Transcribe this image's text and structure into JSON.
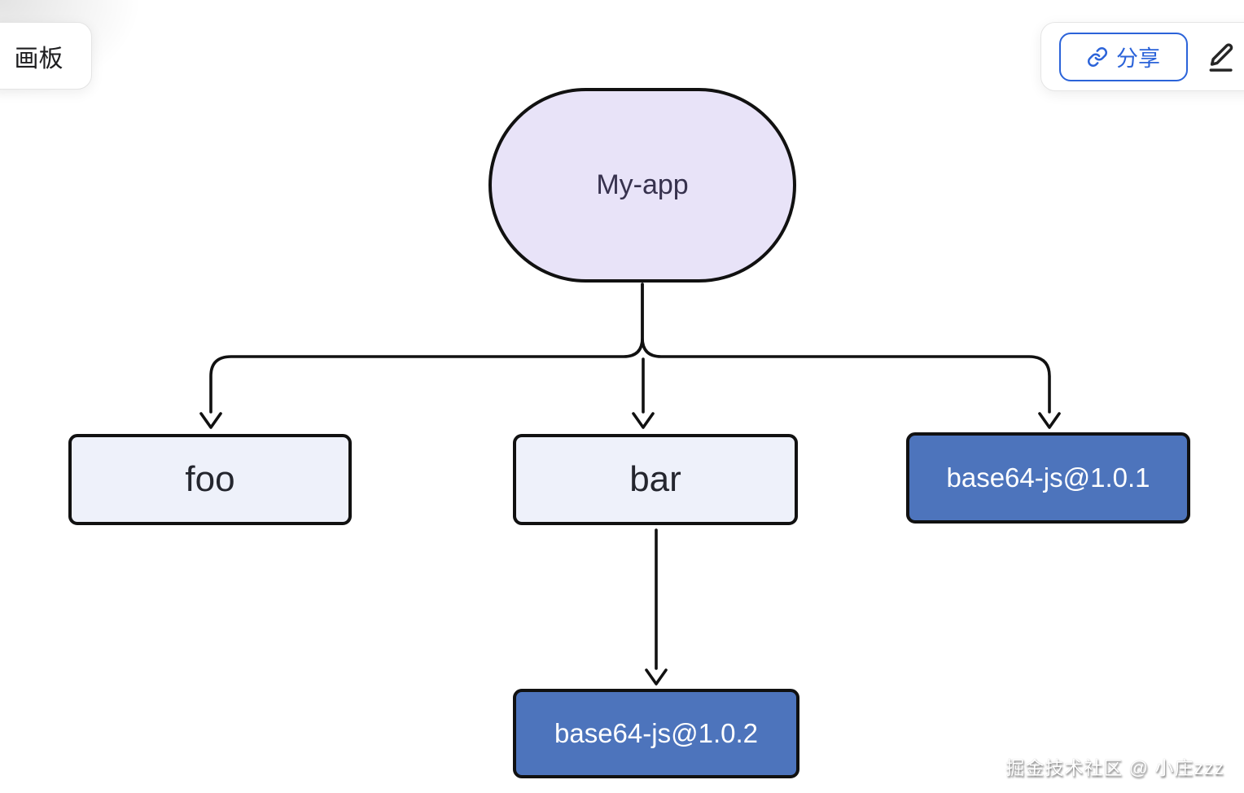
{
  "toolbar": {
    "board_button": "画板",
    "share_button": "分享"
  },
  "icons": {
    "share": "link-icon",
    "edit": "pencil-icon"
  },
  "colors": {
    "accent_blue": "#2b63d9",
    "node_purple_fill": "#e8e3f8",
    "node_light_fill": "#eef1fa",
    "node_blue_fill": "#4d74bc",
    "edge_stroke": "#111111"
  },
  "diagram": {
    "nodes": [
      {
        "id": "my-app",
        "label": "My-app",
        "shape": "stadium",
        "fill": "purple-light"
      },
      {
        "id": "foo",
        "label": "foo",
        "shape": "rect",
        "fill": "light"
      },
      {
        "id": "bar",
        "label": "bar",
        "shape": "rect",
        "fill": "light"
      },
      {
        "id": "base64-js-1",
        "label": "base64-js@1.0.1",
        "shape": "rect",
        "fill": "blue"
      },
      {
        "id": "base64-js-2",
        "label": "base64-js@1.0.2",
        "shape": "rect",
        "fill": "blue"
      }
    ],
    "edges": [
      {
        "from": "my-app",
        "to": "foo"
      },
      {
        "from": "my-app",
        "to": "bar"
      },
      {
        "from": "my-app",
        "to": "base64-js-1"
      },
      {
        "from": "bar",
        "to": "base64-js-2"
      }
    ]
  },
  "watermark": "掘金技术社区 @ 小庄zzz"
}
